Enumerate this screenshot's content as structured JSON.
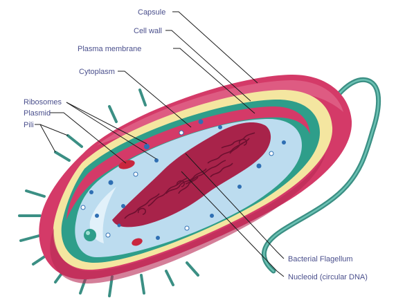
{
  "diagram": {
    "labels": {
      "capsule": "Capsule",
      "cell_wall": "Cell wall",
      "plasma_membrane": "Plasma membrane",
      "cytoplasm": "Cytoplasm",
      "ribosomes": "Ribosomes",
      "plasmid": "Plasmid",
      "pili": "Pili",
      "bacterial_flagellum": "Bacterial Flagellum",
      "nucleoid": "Nucleoid (circular DNA)"
    },
    "colors": {
      "capsule": "#d43a68",
      "cell_wall": "#f4e6a0",
      "plasma_membrane": "#2e9e8a",
      "cytoplasm": "#bcdcef",
      "nucleoid": "#a8234a",
      "ribosome": "#2f6fb3",
      "plasmid": "#c9263e",
      "pili": "#3b8f84",
      "flagellum": "#3b8f84",
      "label_text": "#4a4f8c"
    }
  }
}
